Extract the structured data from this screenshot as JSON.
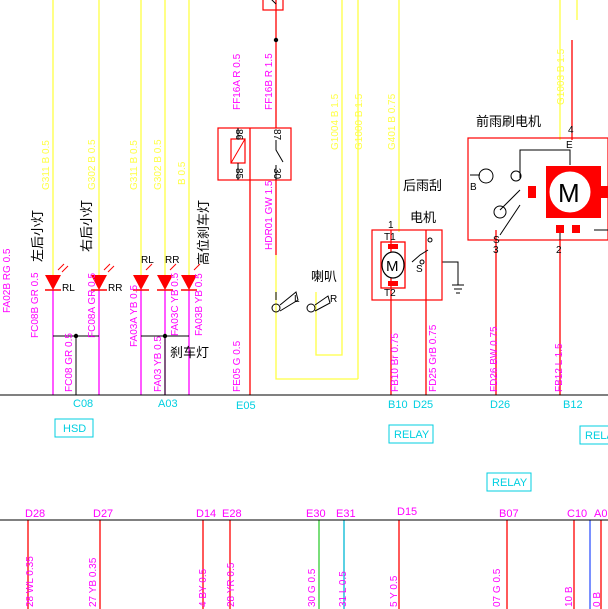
{
  "colors": {
    "yellow": "#ffff44",
    "magenta": "#ff00ff",
    "red": "#ff0000",
    "cyan": "#00cfe0",
    "black": "#000000",
    "green": "#33cc33",
    "teal": "#00b8d4",
    "blue": "#3355ff"
  },
  "components": {
    "rear_left_lamp": "左后小灯",
    "rear_right_lamp": "右后小灯",
    "high_brake_lamp": "高位刹车灯",
    "brake_lamp": "刹车灯",
    "horn": "喇叭",
    "rear_wiper_line1": "后雨刮",
    "rear_wiper_line2": "电机",
    "front_wiper": "前雨刷电机"
  },
  "pins": {
    "rl": "RL",
    "rr": "RR",
    "rl2": "RL",
    "rr2": "RR",
    "horn_l": "L",
    "horn_r": "R",
    "t1": "T1",
    "t2": "T2",
    "s_rear": "S",
    "b_front": "B",
    "e_front": "E",
    "s_front": "S",
    "p1": "1",
    "p2": "2",
    "p3": "3",
    "p4": "4",
    "relay_86": "86",
    "relay_85": "85",
    "relay_87": "87",
    "relay_30": "30"
  },
  "wires": {
    "g311_left": "G311 B 0.5",
    "g302_left": "G302 B 0.5",
    "g311_mid": "G311 B 0.5",
    "g302_mid": "G302 B 0.5",
    "b05": "B 0.5",
    "ff16a": "FF16A R 0.5",
    "ff16b": "FF16B R 1.5",
    "g1004": "G1004 B 1.5",
    "g1000": "G1000 B 1.5",
    "g401": "G401 B 0.75",
    "g1003": "G1003 B 1.5",
    "fa02b": "FA02B RG 0.5",
    "fc08b": "FC08B GR 0.5",
    "fc08a": "FC08A GR 0.5",
    "fc08": "FC08 GR 0.5",
    "fa03a": "FA03A YB 0.5",
    "fa03c": "FA03C YB 0.5",
    "fa03b": "FA03B YB 0.5",
    "fa03": "FA03 YB 0.5",
    "hd01": "HDR01 GW 1.5",
    "fe05": "FE05 G 0.5",
    "fb10": "FB10 Br 0.75",
    "fd25": "FD25 GrB 0.75",
    "fd26": "FD26 BW 0.75",
    "fb12": "FB12 L 1.5",
    "b28": "28 WL 0.35",
    "b27": "27 YB 0.35",
    "b14": "4 BY 0.5",
    "b_e28": "28 YR 0.5",
    "b30": "30 G 0.5",
    "b31": "31 L 0.5",
    "b15": "5 Y 0.5",
    "b07": "07 G 0.5",
    "b10": "10 B",
    "b_a0": "0 B"
  },
  "connectors": {
    "c08": "C08",
    "a03": "A03",
    "e05": "E05",
    "b10": "B10",
    "d25": "D25",
    "d26": "D26",
    "b12": "B12",
    "d28": "D28",
    "d27": "D27",
    "d14": "D14",
    "e28": "E28",
    "e30": "E30",
    "e31": "E31",
    "d15": "D15",
    "b07": "B07",
    "c10": "C10",
    "a0": "A0"
  },
  "boxes": {
    "hsd": "HSD",
    "relay1": "RELAY",
    "relay2": "RELAY",
    "relay3": "RELA"
  }
}
